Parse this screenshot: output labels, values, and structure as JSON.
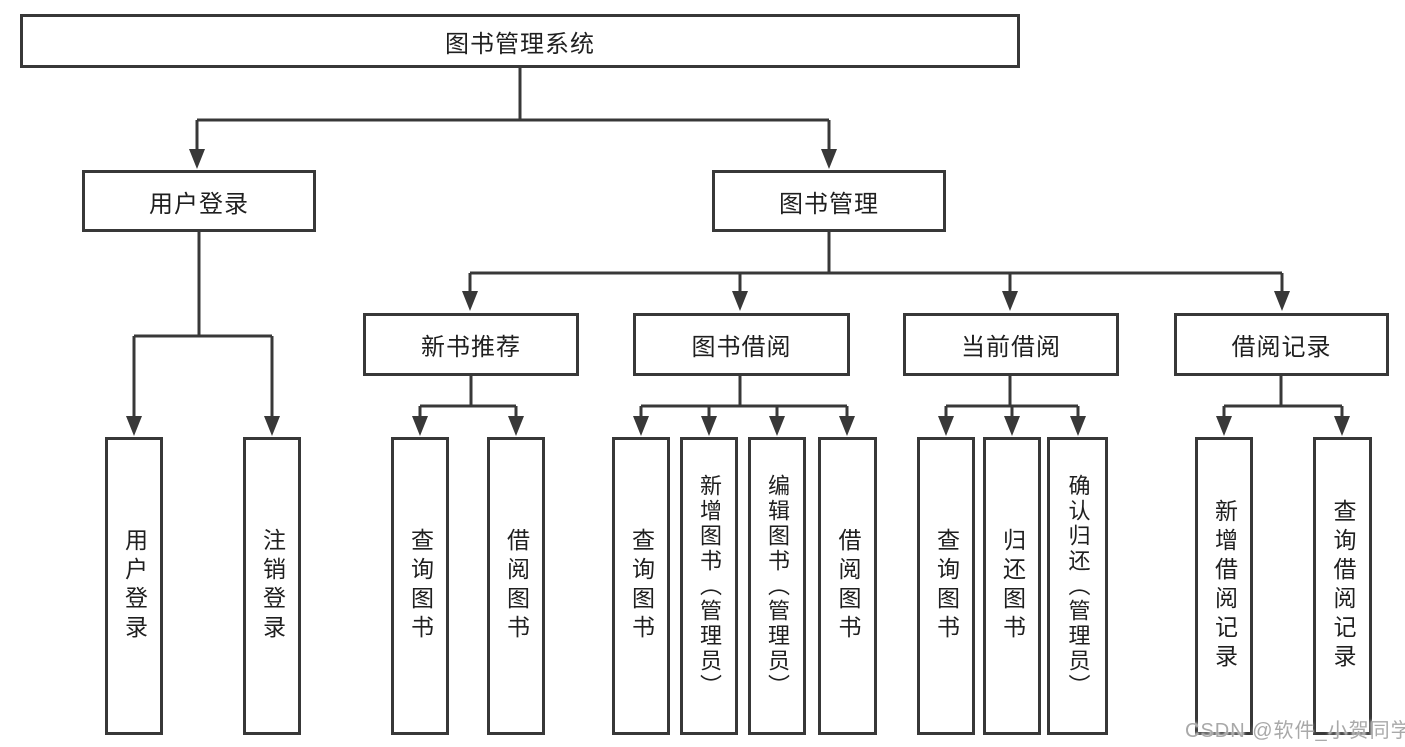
{
  "diagram": {
    "root": {
      "label": "图书管理系统"
    },
    "branches": [
      {
        "label": "用户登录",
        "children": [
          {
            "label": "用户登录"
          },
          {
            "label": "注销登录"
          }
        ]
      },
      {
        "label": "图书管理",
        "children": [
          {
            "label": "新书推荐",
            "children": [
              {
                "label": "查询图书"
              },
              {
                "label": "借阅图书"
              }
            ]
          },
          {
            "label": "图书借阅",
            "children": [
              {
                "label": "查询图书"
              },
              {
                "label": "新增图书（管理员）"
              },
              {
                "label": "编辑图书（管理员）"
              },
              {
                "label": "借阅图书"
              }
            ]
          },
          {
            "label": "当前借阅",
            "children": [
              {
                "label": "查询图书"
              },
              {
                "label": "归还图书"
              },
              {
                "label": "确认归还（管理员）"
              }
            ]
          },
          {
            "label": "借阅记录",
            "children": [
              {
                "label": "新增借阅记录"
              },
              {
                "label": "查询借阅记录"
              }
            ]
          }
        ]
      }
    ]
  },
  "watermark": {
    "text": "CSDN @软件_小贺同学"
  },
  "colors": {
    "line": "#383838",
    "text": "#1f1f1f",
    "background": "#ffffff",
    "watermark": "#a9a9a9"
  }
}
